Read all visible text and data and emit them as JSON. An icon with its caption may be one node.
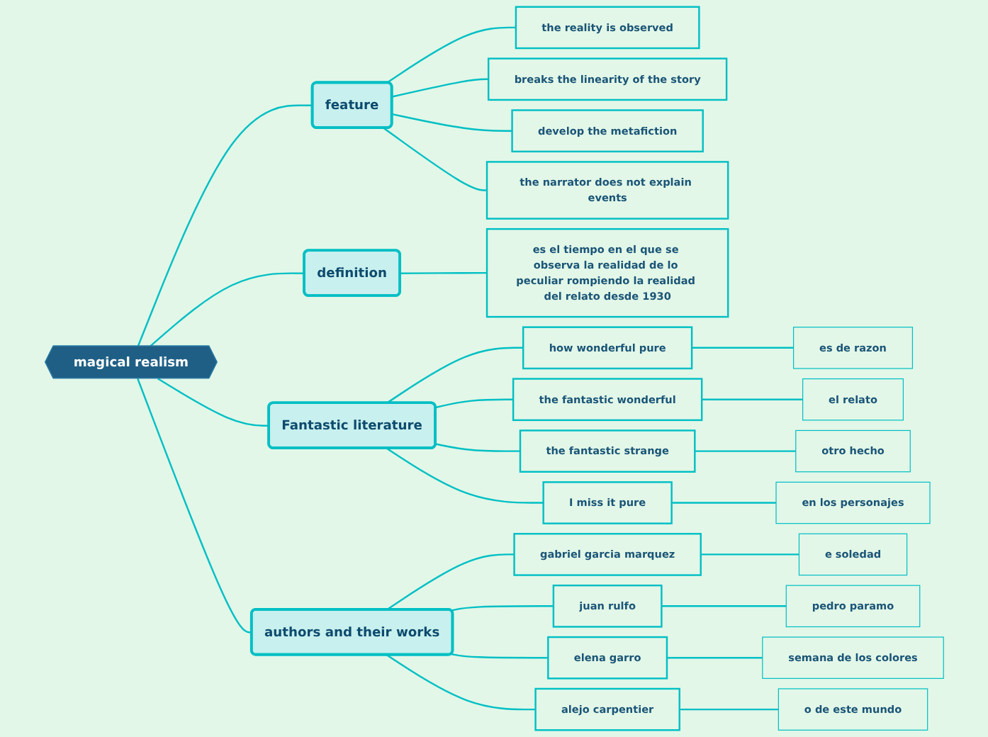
{
  "diagram": {
    "nodes": [
      {
        "text": [
          "magical realism"
        ]
      },
      {
        "text": [
          "feature"
        ]
      },
      {
        "text": [
          "the reality is observed"
        ]
      },
      {
        "text": [
          "breaks the linearity of the story"
        ]
      },
      {
        "text": [
          "develop the metafiction"
        ]
      },
      {
        "text": [
          "the narrator does not explain events"
        ]
      },
      {
        "text": [
          "definition"
        ]
      },
      {
        "text": [
          "es el tiempo en el que se observa la realidad de lo peculiar rompiendo la realidad del relato desde 1930"
        ]
      },
      {
        "text": [
          "Fantastic literature"
        ]
      },
      {
        "text": [
          "how wonderful pure"
        ]
      },
      {
        "text": [
          "es de razon"
        ]
      },
      {
        "text": [
          "the fantastic wonderful"
        ]
      },
      {
        "text": [
          "el relato"
        ]
      },
      {
        "text": [
          "the fantastic strange"
        ]
      },
      {
        "text": [
          "otro hecho"
        ]
      },
      {
        "text": [
          "I miss it pure"
        ]
      },
      {
        "text": [
          "en los personajes"
        ]
      },
      {
        "text": [
          "authors and their works"
        ]
      },
      {
        "text": [
          "gabriel garcia marquez"
        ]
      },
      {
        "text": [
          "e soledad"
        ]
      },
      {
        "text": [
          "juan rulfo"
        ]
      },
      {
        "text": [
          "pedro paramo"
        ]
      },
      {
        "text": [
          "elena garro"
        ]
      },
      {
        "text": [
          "semana de los colores"
        ]
      },
      {
        "text": [
          "alejo carpentier"
        ]
      },
      {
        "text": [
          "o de este mundo"
        ]
      }
    ],
    "edges": [
      {
        "from": 0,
        "to": 1,
        "arrow": "none"
      },
      {
        "from": 1,
        "to": 2,
        "arrow": "none"
      },
      {
        "from": 1,
        "to": 3,
        "arrow": "none"
      },
      {
        "from": 1,
        "to": 4,
        "arrow": "none"
      },
      {
        "from": 1,
        "to": 5,
        "arrow": "none"
      },
      {
        "from": 0,
        "to": 6,
        "arrow": "none"
      },
      {
        "from": 6,
        "to": 7,
        "arrow": "none"
      },
      {
        "from": 0,
        "to": 8,
        "arrow": "none"
      },
      {
        "from": 8,
        "to": 9,
        "arrow": "none"
      },
      {
        "from": 9,
        "to": 10,
        "arrow": "none"
      },
      {
        "from": 8,
        "to": 11,
        "arrow": "none"
      },
      {
        "from": 11,
        "to": 12,
        "arrow": "none"
      },
      {
        "from": 8,
        "to": 13,
        "arrow": "none"
      },
      {
        "from": 13,
        "to": 14,
        "arrow": "none"
      },
      {
        "from": 8,
        "to": 15,
        "arrow": "none"
      },
      {
        "from": 15,
        "to": 16,
        "arrow": "none"
      },
      {
        "from": 0,
        "to": 17,
        "arrow": "none"
      },
      {
        "from": 17,
        "to": 18,
        "arrow": "none"
      },
      {
        "from": 18,
        "to": 19,
        "arrow": "none"
      },
      {
        "from": 17,
        "to": 20,
        "arrow": "none"
      },
      {
        "from": 20,
        "to": 21,
        "arrow": "none"
      },
      {
        "from": 17,
        "to": 22,
        "arrow": "none"
      },
      {
        "from": 22,
        "to": 23,
        "arrow": "none"
      },
      {
        "from": 17,
        "to": 24,
        "arrow": "none"
      },
      {
        "from": 24,
        "to": 25,
        "arrow": "none"
      }
    ]
  }
}
